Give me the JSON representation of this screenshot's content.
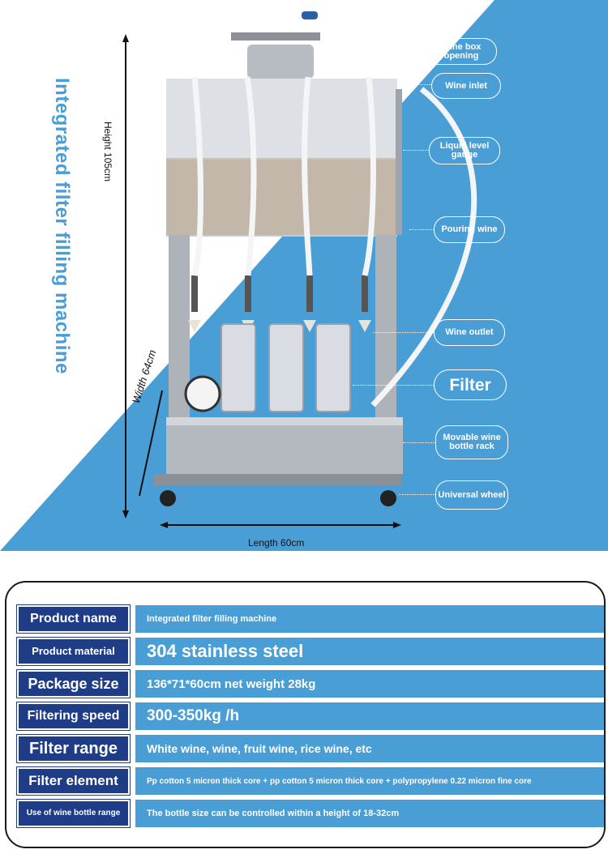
{
  "hero": {
    "title": "Integrated filter filling machine",
    "dimensions": {
      "height": "Height 105cm",
      "width": "Width 64cm",
      "length": "Length 60cm"
    },
    "callouts": {
      "wine_box_opening": "Wine box opening",
      "wine_inlet": "Wine inlet",
      "liquid_level_gauge": "Liquid level gauge",
      "pouring_wine": "Pouring wine",
      "wine_outlet": "Wine outlet",
      "filter": "Filter",
      "movable_rack": "Movable wine bottle rack",
      "universal_wheel": "Universal wheel"
    },
    "colors": {
      "accent_blue": "#4a9ed6",
      "steel": "#c9ccd1"
    }
  },
  "specs": [
    {
      "label": "Product name",
      "value": "Integrated filter filling machine"
    },
    {
      "label": "Product material",
      "value": "304 stainless steel"
    },
    {
      "label": "Package size",
      "value": "136*71*60cm net weight 28kg"
    },
    {
      "label": "Filtering speed",
      "value": "300-350kg /h"
    },
    {
      "label": "Filter range",
      "value": "White wine, wine, fruit wine, rice wine, etc"
    },
    {
      "label": "Filter element",
      "value": "Pp cotton 5 micron thick core + pp cotton 5 micron thick core + polypropylene 0.22 micron fine core"
    },
    {
      "label": "Use of wine bottle range",
      "value": "The bottle size can be controlled within a height of 18-32cm"
    }
  ],
  "colors": {
    "label_bg": "#1f3d86",
    "value_bg": "#4a9ed6"
  }
}
